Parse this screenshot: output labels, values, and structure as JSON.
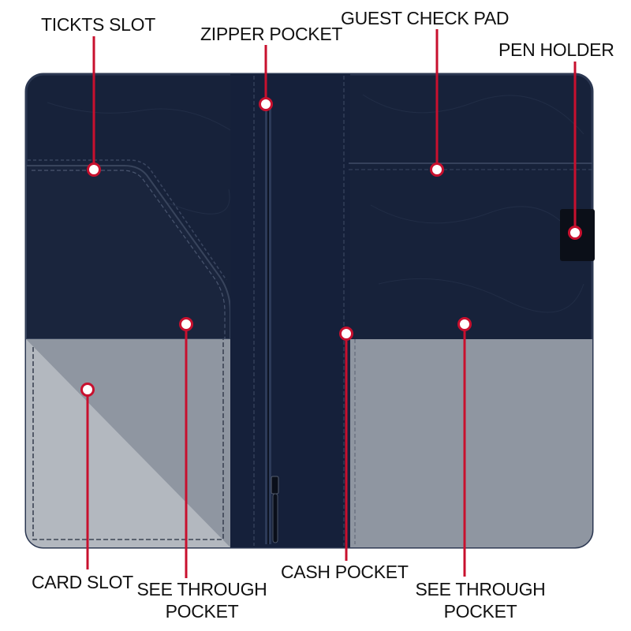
{
  "colors": {
    "leather": "#17223a",
    "leather_dark": "#101a2e",
    "see_through": "#8f96a1",
    "card_slot": "#b3b8bf",
    "callout_line": "#c8102e",
    "callout_dot": "#ffffff"
  },
  "labels": {
    "tickets_slot": "TICKTS SLOT",
    "zipper_pocket": "ZIPPER POCKET",
    "guest_check_pad": "GUEST CHECK PAD",
    "pen_holder": "PEN HOLDER",
    "card_slot": "CARD SLOT",
    "see_through_left_line1": "SEE THROUGH",
    "see_through_left_line2": "POCKET",
    "cash_pocket": "CASH POCKET",
    "see_through_right_line1": "SEE THROUGH",
    "see_through_right_line2": "POCKET"
  },
  "icons": {
    "zipper_pull": "zipper-pull-icon"
  }
}
